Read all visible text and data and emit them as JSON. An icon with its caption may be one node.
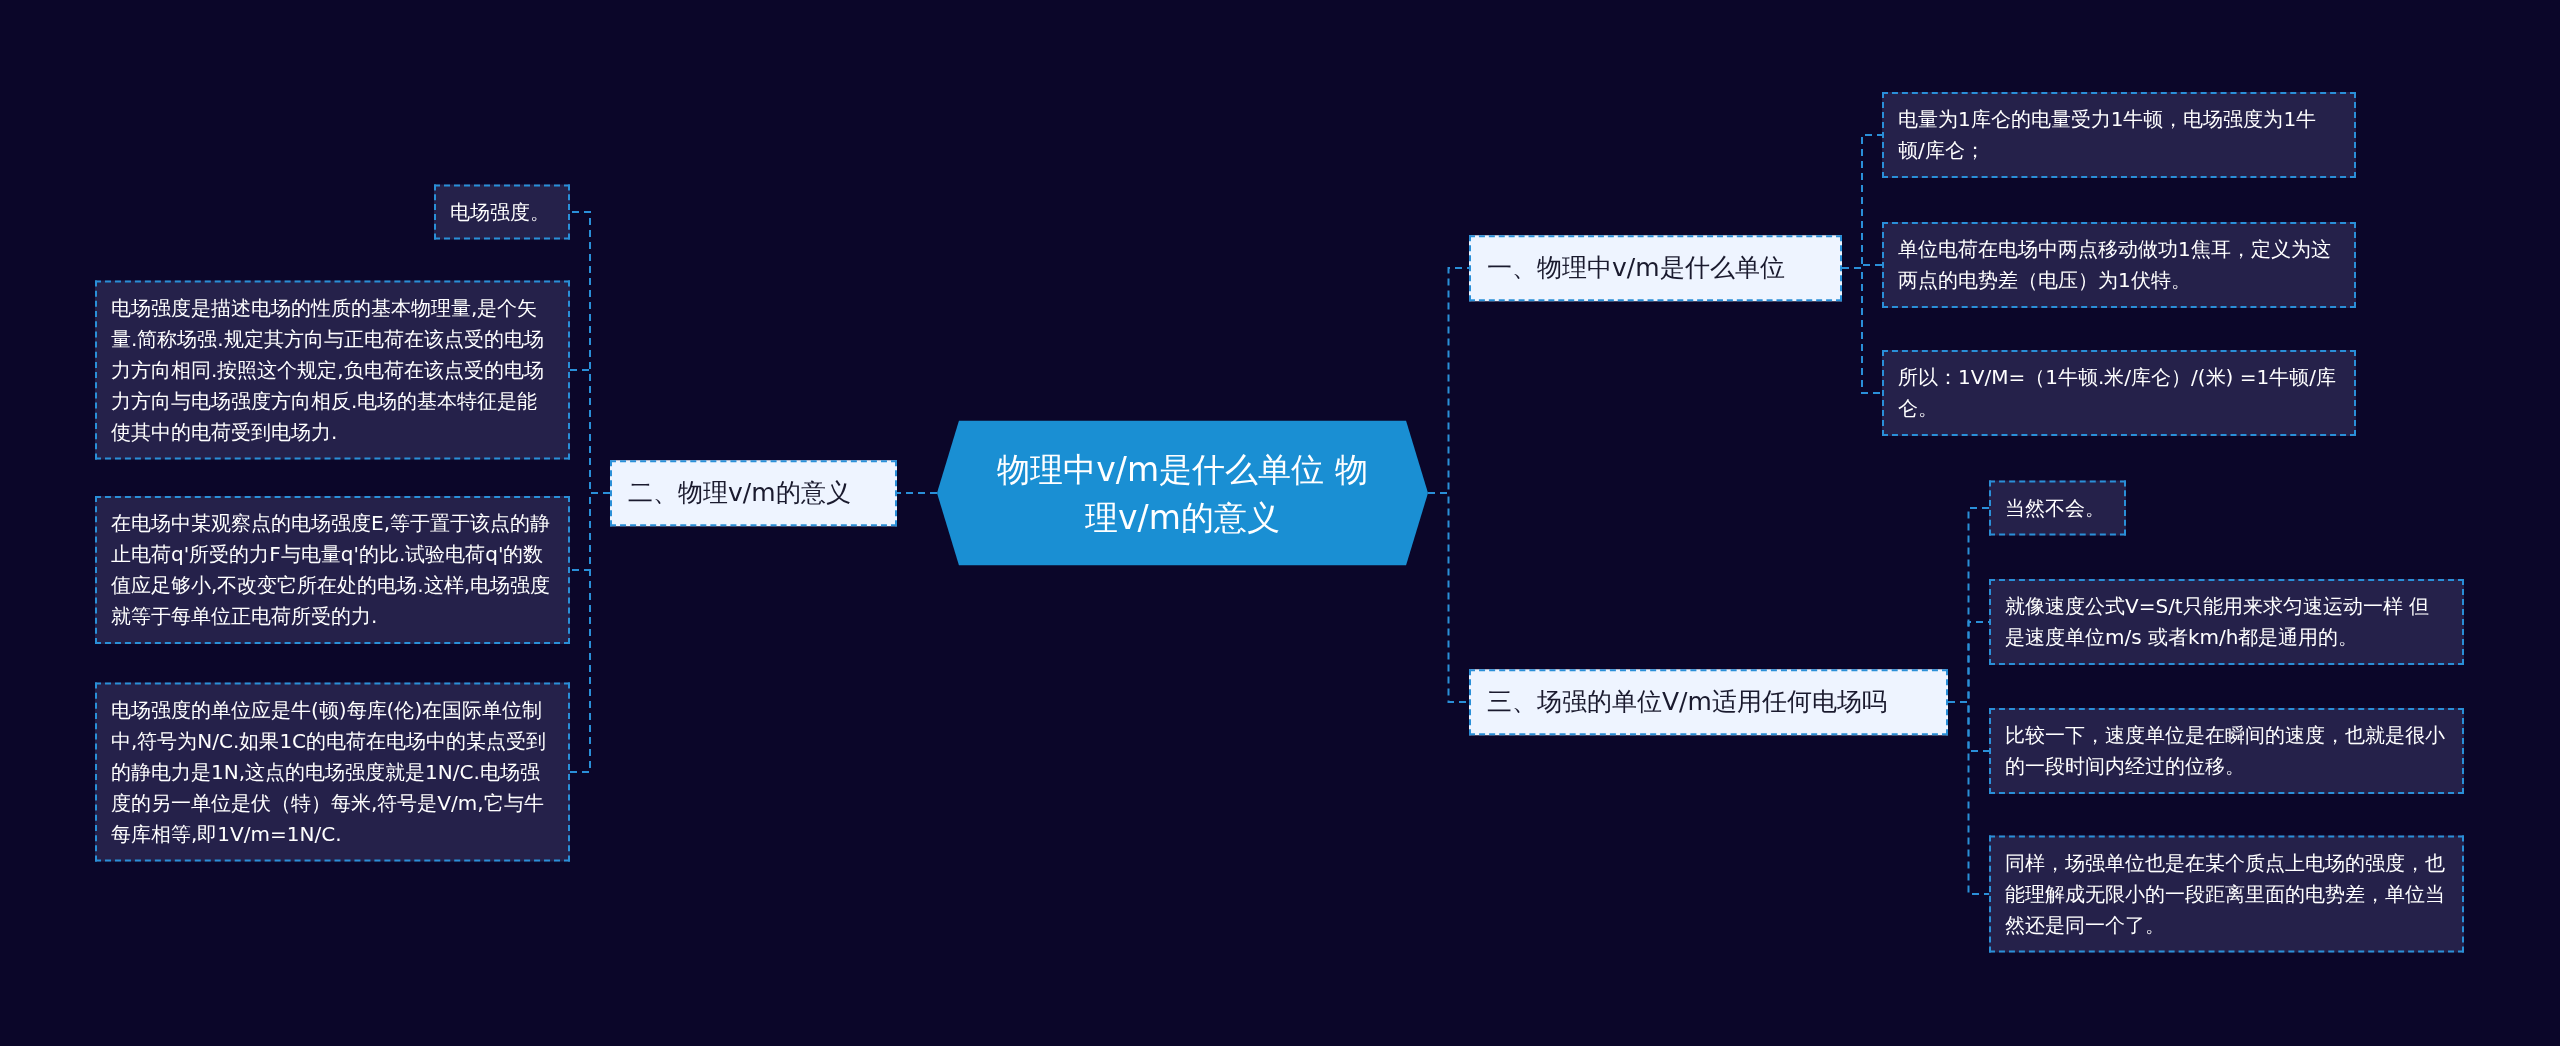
{
  "diagram": {
    "nodes": [
      {
        "text": [
          "物理中v/m是什么单位 物理v/m的意义"
        ]
      },
      {
        "text": [
          "一、物理中v/m是什么单位"
        ]
      },
      {
        "text": [
          "电量为1库仑的电量受力1牛顿，电场强度为1牛顿/库仑；"
        ]
      },
      {
        "text": [
          "单位电荷在电场中两点移动做功1焦耳，定义为这两点的电势差（电压）为1伏特。"
        ]
      },
      {
        "text": [
          "所以：1V/M=（1牛顿.米/库仑）/(米) =1牛顿/库仑。"
        ]
      },
      {
        "text": [
          "二、物理v/m的意义"
        ]
      },
      {
        "text": [
          "电场强度。"
        ]
      },
      {
        "text": [
          "电场强度是描述电场的性质的基本物理量,是个矢量.简称场强.规定其方向与正电荷在该点受的电场力方向相同.按照这个规定,负电荷在该点受的电场力方向与电场强度方向相反.电场的基本特征是能使其中的电荷受到电场力."
        ]
      },
      {
        "text": [
          "在电场中某观察点的电场强度E,等于置于该点的静止电荷q'所受的力F与电量q'的比.试验电荷q'的数值应足够小,不改变它所在处的电场.这样,电场强度就等于每单位正电荷所受的力."
        ]
      },
      {
        "text": [
          "电场强度的单位应是牛(顿)每库(伦)在国际单位制中,符号为N/C.如果1C的电荷在电场中的某点受到的静电力是1N,这点的电场强度就是1N/C.电场强度的另一单位是伏（特）每米,符号是V/m,它与牛每库相等,即1V/m=1N/C."
        ]
      },
      {
        "text": [
          "三、场强的单位V/m适用任何电场吗"
        ]
      },
      {
        "text": [
          "当然不会。"
        ]
      },
      {
        "text": [
          "就像速度公式V=S/t只能用来求匀速运动一样 但是速度单位m/s 或者km/h都是通用的。"
        ]
      },
      {
        "text": [
          "比较一下，速度单位是在瞬间的速度，也就是很小的一段时间内经过的位移。"
        ]
      },
      {
        "text": [
          "同样，场强单位也是在某个质点上电场的强度，也能理解成无限小的一段距离里面的电势差，单位当然还是同一个了。"
        ]
      }
    ],
    "edges": [
      {
        "from": 0,
        "to": 1,
        "arrow": "none"
      },
      {
        "from": 1,
        "to": 2,
        "arrow": "none"
      },
      {
        "from": 1,
        "to": 3,
        "arrow": "none"
      },
      {
        "from": 1,
        "to": 4,
        "arrow": "none"
      },
      {
        "from": 0,
        "to": 5,
        "arrow": "none"
      },
      {
        "from": 5,
        "to": 6,
        "arrow": "none"
      },
      {
        "from": 5,
        "to": 7,
        "arrow": "none"
      },
      {
        "from": 5,
        "to": 8,
        "arrow": "none"
      },
      {
        "from": 5,
        "to": 9,
        "arrow": "none"
      },
      {
        "from": 0,
        "to": 10,
        "arrow": "none"
      },
      {
        "from": 10,
        "to": 11,
        "arrow": "none"
      },
      {
        "from": 10,
        "to": 12,
        "arrow": "none"
      },
      {
        "from": 10,
        "to": 13,
        "arrow": "none"
      },
      {
        "from": 10,
        "to": 14,
        "arrow": "none"
      }
    ]
  }
}
